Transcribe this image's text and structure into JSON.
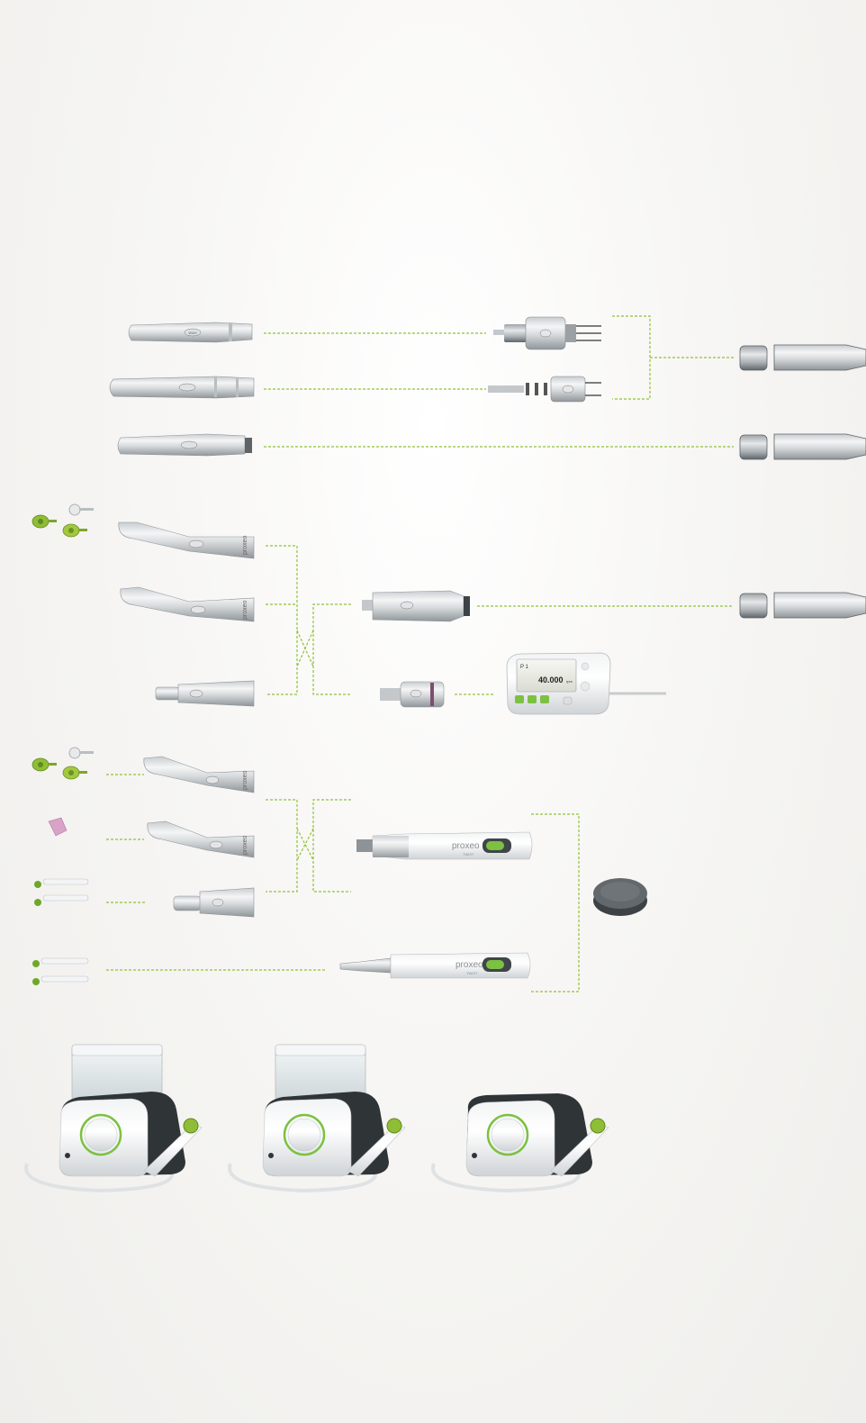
{
  "brand": {
    "line_color": "#8fc23a",
    "accent_green": "#7cc142",
    "metal_light": "#eef0f1",
    "metal_dark": "#9aa0a4"
  },
  "labels": {
    "brand_logo": "W&H",
    "handpiece_brand": "proxeo",
    "twist_label": "TWIST",
    "display_program": "P 1",
    "display_speed": "40.000",
    "display_unit": "rpm"
  },
  "icons": {
    "prophy_cup": "prophy-cup-icon",
    "prophy_brush": "prophy-brush-icon",
    "rubber_cup": "rubber-cup-icon",
    "disposable_angle": "disposable-prophy-angle-icon",
    "foot_control": "foot-control-icon"
  }
}
